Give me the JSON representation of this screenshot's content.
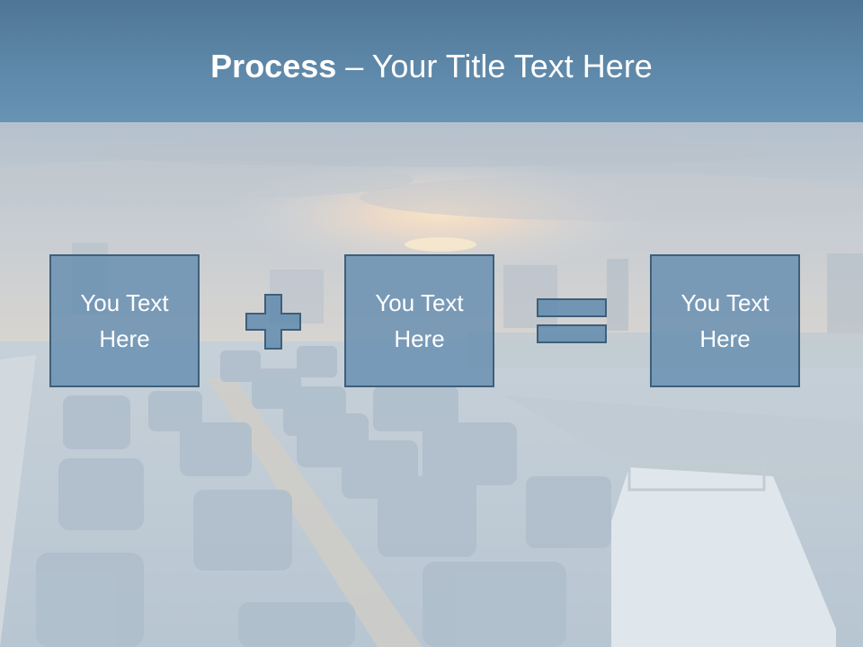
{
  "slide": {
    "title_bold": "Process",
    "title_rest": " – Your Title Text Here",
    "boxes": [
      {
        "text": "You Text Here"
      },
      {
        "text": "You Text Here"
      },
      {
        "text": "You Text Here"
      }
    ],
    "operators": [
      "plus-icon",
      "equals-icon"
    ]
  },
  "colors": {
    "title_band": "#5f89aa",
    "box_fill": "#608bae",
    "box_border": "#3f5f79",
    "text": "#ffffff"
  }
}
